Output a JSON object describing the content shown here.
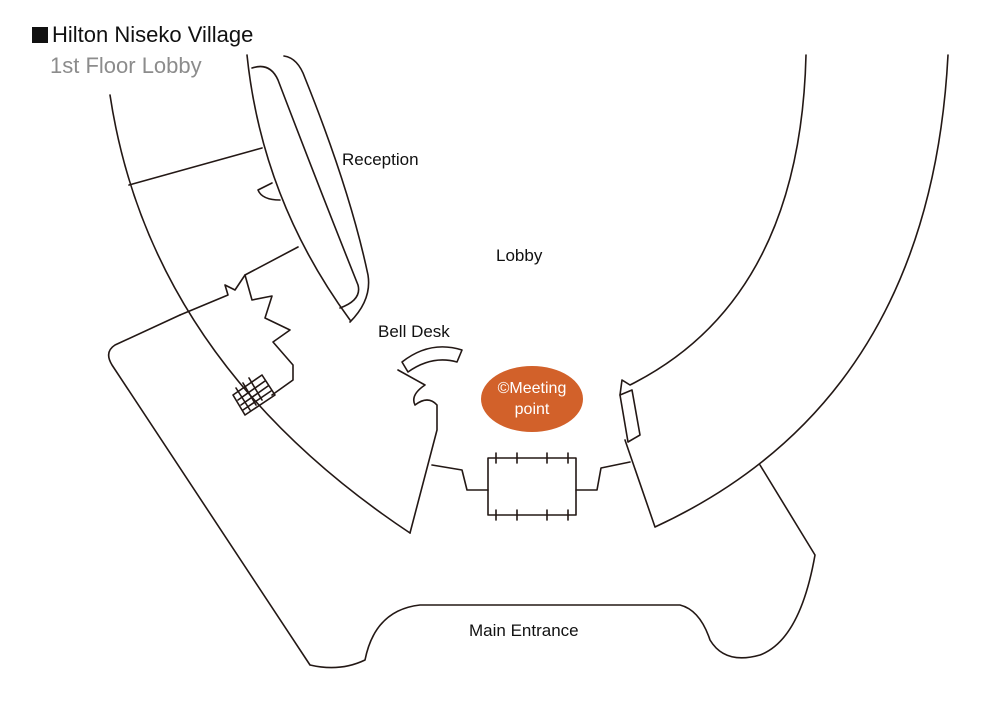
{
  "header": {
    "title": "Hilton Niseko Village",
    "subtitle": "1st Floor Lobby"
  },
  "labels": {
    "reception": "Reception",
    "lobby": "Lobby",
    "bell_desk": "Bell Desk",
    "main_entrance": "Main Entrance"
  },
  "meeting_point": {
    "line1": "©Meeting",
    "line2": "point",
    "color": "#d2612a"
  }
}
